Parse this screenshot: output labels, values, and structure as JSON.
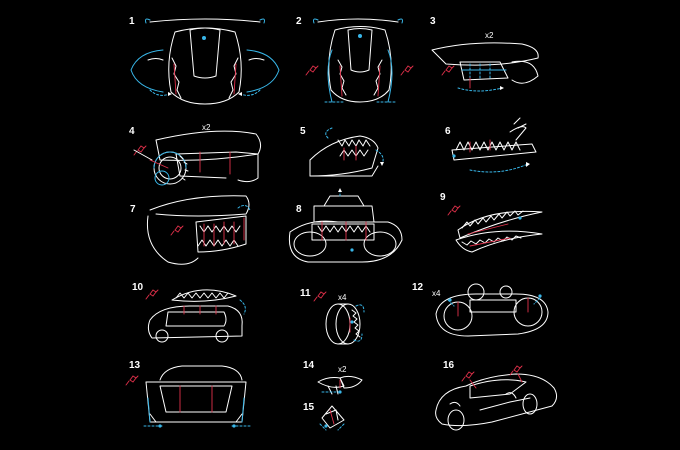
{
  "steps": [
    {
      "number": "1",
      "multiplier": ""
    },
    {
      "number": "2",
      "multiplier": ""
    },
    {
      "number": "3",
      "multiplier": "x2"
    },
    {
      "number": "4",
      "multiplier": "x2"
    },
    {
      "number": "5",
      "multiplier": ""
    },
    {
      "number": "6",
      "multiplier": ""
    },
    {
      "number": "7",
      "multiplier": ""
    },
    {
      "number": "8",
      "multiplier": ""
    },
    {
      "number": "9",
      "multiplier": ""
    },
    {
      "number": "10",
      "multiplier": ""
    },
    {
      "number": "11",
      "multiplier": "x4"
    },
    {
      "number": "12",
      "multiplier": "x4"
    },
    {
      "number": "13",
      "multiplier": ""
    },
    {
      "number": "14",
      "multiplier": "x2"
    },
    {
      "number": "15",
      "multiplier": ""
    },
    {
      "number": "16",
      "multiplier": ""
    }
  ],
  "colors": {
    "background": "#000000",
    "line": "#ffffff",
    "accent_blue": "#38b6e8",
    "accent_red": "#e0304a"
  }
}
